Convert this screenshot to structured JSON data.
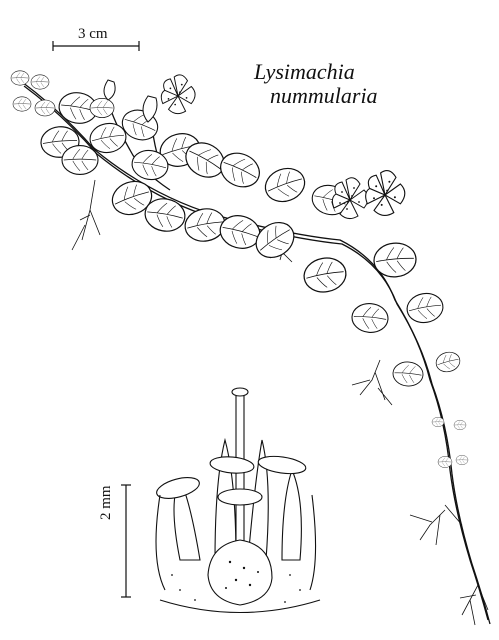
{
  "species": {
    "genus": "Lysimachia",
    "epithet": "nummularia"
  },
  "scale_bars": {
    "plant": "3 cm",
    "flower": "2 mm"
  },
  "colors": {
    "ink": "#111111",
    "paper": "#ffffff"
  }
}
